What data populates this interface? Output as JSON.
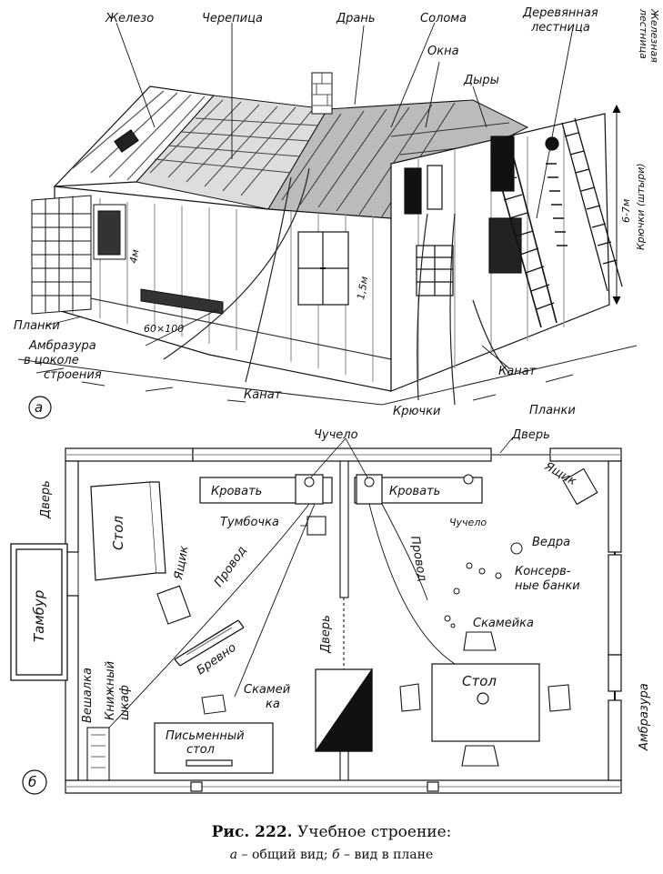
{
  "figure_a": {
    "panel_letter": "а",
    "labels": {
      "iron": "Железо",
      "tiles": "Черепица",
      "shingles": "Дрань",
      "straw": "Солома",
      "wooden_ladder": "Деревянная лестница",
      "windows": "Окна",
      "holes": "Дыры",
      "iron_ladder": "Железная лестница",
      "hooks_pins": "Крючки (штыри)",
      "height": "6-7м",
      "wall_height": "4м",
      "window_height": "1,5м",
      "slats_left": "Планки",
      "embrasure": "Амбразура в цоколе строения",
      "embrasure_size": "60×100",
      "rope_center": "Канат",
      "rope_right": "Канат",
      "hooks": "Крючки",
      "slats_right": "Планки"
    }
  },
  "figure_b": {
    "panel_letter": "б",
    "labels": {
      "scarecrow_top": "Чучело",
      "door_top": "Дверь",
      "bed_left": "Кровать",
      "bed_right": "Кровать",
      "box_top_right": "Ящик",
      "nightstand": "Тумбочка",
      "scarecrow_right": "Чучело",
      "buckets": "Ведра",
      "table_left": "Стол",
      "box_left": "Ящик",
      "wire_left": "Провод",
      "wire_right": "Провод",
      "cans": "Консерв-ные банки",
      "door_left": "Дверь",
      "vestibule": "Тамбур",
      "bench_right": "Скамейка",
      "log": "Бревно",
      "door_middle": "Дверь",
      "table_right": "Стол",
      "hanger": "Вешалка",
      "bookcase": "Книжный шкаф",
      "bench_left": "Скамейка",
      "desk": "Письменный стол",
      "embrasure": "Амбразура"
    }
  },
  "caption": {
    "figure_number": "Рис. 222.",
    "title": "Учебное строение:",
    "legend_a_letter": "а",
    "legend_a_text": "– общий вид;",
    "legend_b_letter": "б",
    "legend_b_text": "– вид в плане"
  }
}
